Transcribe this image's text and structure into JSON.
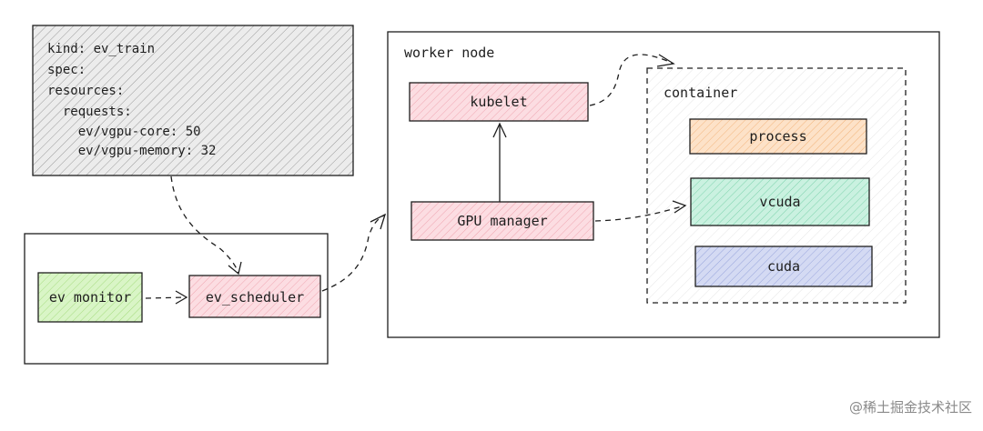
{
  "spec": {
    "lines": [
      "kind: ev_train",
      "spec:",
      "resources:",
      "  requests:",
      "    ev/vgpu-core: 50",
      "    ev/vgpu-memory: 32"
    ]
  },
  "nodes": {
    "ev_monitor": "ev monitor",
    "ev_scheduler": "ev_scheduler",
    "worker_node": "worker node",
    "kubelet": "kubelet",
    "gpu_manager": "GPU manager",
    "container": "container",
    "process": "process",
    "vcuda": "vcuda",
    "cuda": "cuda"
  },
  "colors": {
    "spec_fill": "#e6e6e6",
    "ev_monitor_fill": "#d8f5c4",
    "pink_fill": "#fbdbe0",
    "process_fill": "#fde0c4",
    "vcuda_fill": "#c8f0df",
    "cuda_fill": "#d2d8f2"
  },
  "watermark": "@稀土掘金技术社区"
}
